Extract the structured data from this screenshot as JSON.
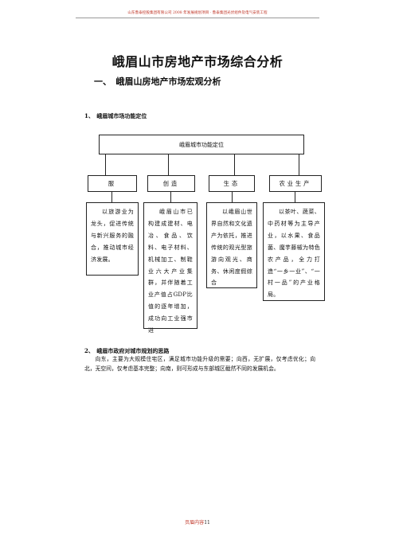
{
  "header": {
    "text": "山东鲁泰控股集团有限公司 2008 年发展规划项目 · 鲁泰集团光伏组件及电气安装工程"
  },
  "doc": {
    "title": "峨眉山市房地产市场综合分析",
    "section1": "一、　峨眉山房地产市场宏观分析",
    "sub1": "1、　峨眉城市场功能定位",
    "sub2": "2、　峨眉市政府对城市规划的思路",
    "sub2_text": "向东，主要为大规模住宅区，满足城市功能升级的需要；向西，无扩展，仅考虑优化；向北，无空间，仅考虑基本完整；向南，则可形成与东部城区截然不同的发展机会。"
  },
  "diagram": {
    "root": "峨眉城市功能定位",
    "functions": [
      "服",
      "创造",
      "生态",
      "农业生产"
    ],
    "descriptions": [
      "以旅游业为龙头，促进传统与新兴服务的融合，推动城市经济发展。",
      "峨眉山市已构建成建材、电冶、食品、饮料、电子材料、机械加工、制鞋业六大产业集群，并伴随着工业产值占GDP比值的逐年增加，成功向工业强市进",
      "以峨眉山世界自然和文化遗产为依托，推进传统的观光型旅游向观光、商务、休闲度假综合",
      "以茶叶、蔬菜、中药材等为主导产业，以水果、食品菌、魔芋藤椒为特色农产品，全力打造“一乡一业”、“一村一品”的产业格局。"
    ]
  },
  "footer": {
    "label": "页眉内容",
    "page": "11"
  }
}
